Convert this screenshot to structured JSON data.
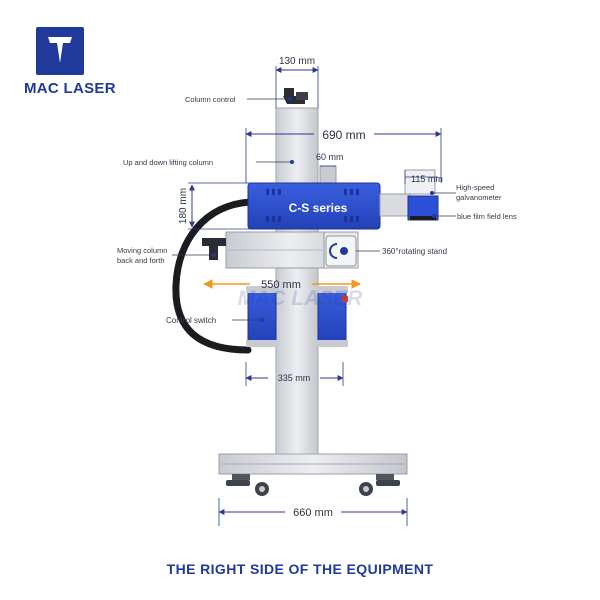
{
  "brand": {
    "name": "MAC LASER",
    "watermark": "MAC LASER"
  },
  "caption": "THE RIGHT SIDE OF THE EQUIPMENT",
  "product": {
    "series": "C-S series"
  },
  "labels": {
    "column_control": "Column control",
    "lifting_column": "Up and down lifting column",
    "galvanometer_line1": "High-speed",
    "galvanometer_line2": "galvanometer",
    "field_lens": "blue film field lens",
    "moving_column_line1": "Moving column",
    "moving_column_line2": "back and forth",
    "rotating_stand": "360°rotating stand",
    "control_switch": "Control switch"
  },
  "dimensions": {
    "top_width": "130 mm",
    "head_length": "690 mm",
    "column_offset": "60 mm",
    "galvo_width": "115 mm",
    "head_height": "180 mm",
    "slide_travel": "550 mm",
    "switch_width": "335 mm",
    "base_width": "660 mm"
  },
  "colors": {
    "brand_blue": "#1f3a9a",
    "body_blue": "#2b4fd6",
    "orange": "#f39a1e",
    "steel": "#dcdde2"
  }
}
